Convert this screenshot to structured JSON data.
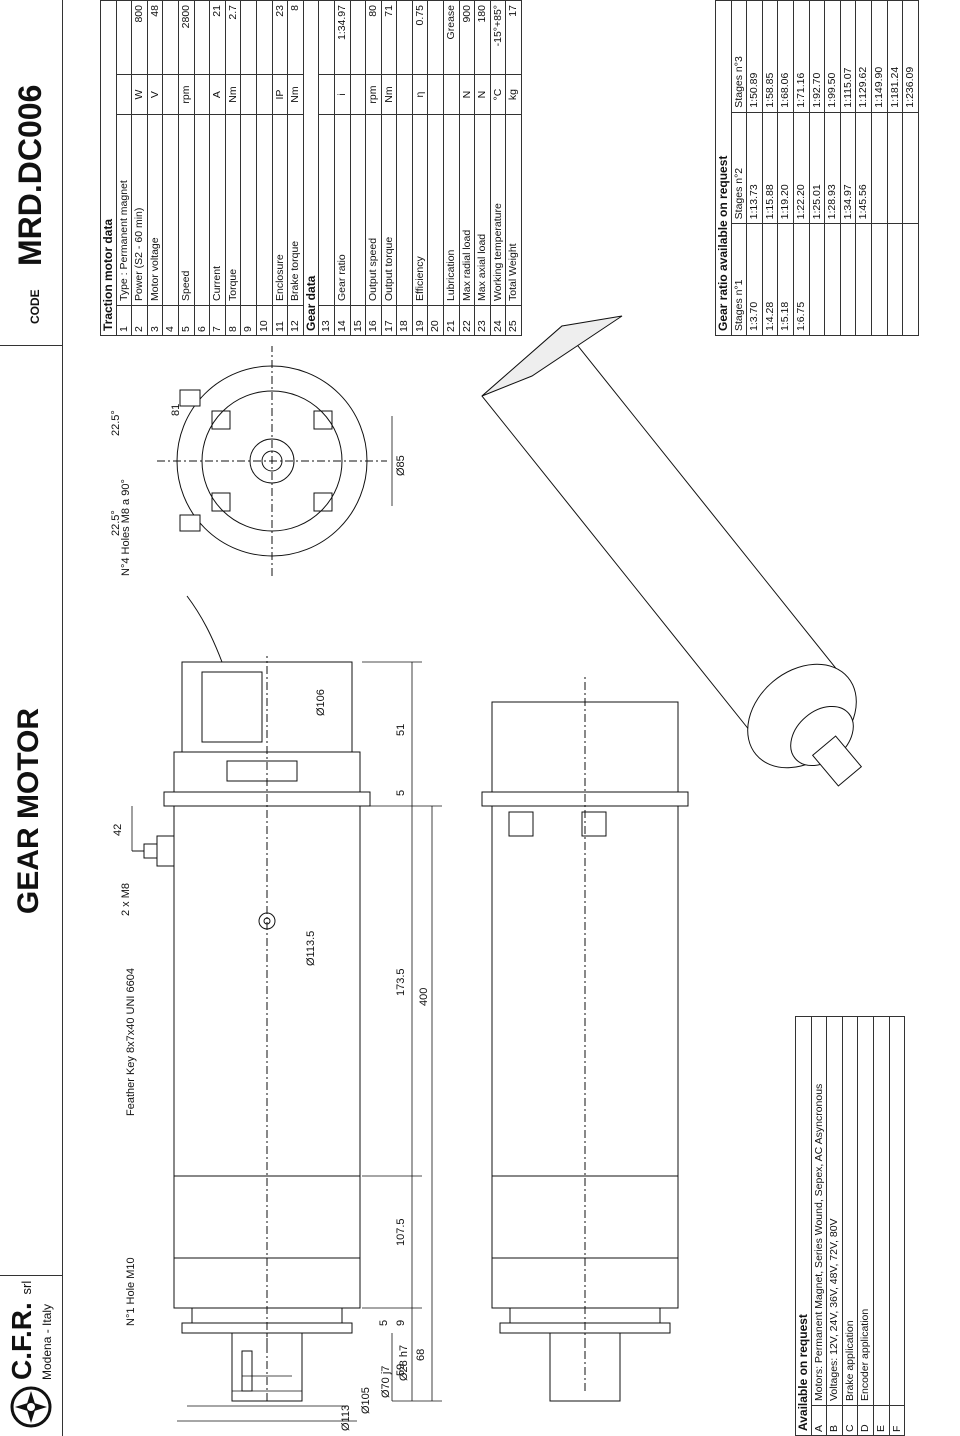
{
  "header": {
    "brand": "C.F.R.",
    "brand_suffix": "srl",
    "location": "Modena - Italy",
    "title": "GEAR MOTOR",
    "code_label": "CODE",
    "code_value": "MRD.DC006"
  },
  "callouts": {
    "hole_m10": "N°1 Hole M10",
    "feather_key": "Feather Key 8x7x40 UNI 6604",
    "m8": "2 x M8",
    "holes_m8": "N°4 Holes M8 a 90°"
  },
  "dimensions": {
    "d113": "Ø113",
    "d105": "Ø105",
    "d70": "Ø70 j7",
    "d28": "Ø28 h7",
    "d113_5": "Ø113.5",
    "d106": "Ø106",
    "d85": "Ø85",
    "r81": "81",
    "a1": "22.5°",
    "a2": "22.5°",
    "l59": "59",
    "l68": "68",
    "l9": "9",
    "l5a": "5",
    "l107": "107.5",
    "l400": "400",
    "l173": "173.5",
    "l5b": "5",
    "l51": "51",
    "l42": "42"
  },
  "motor_table": {
    "title": "Traction motor data",
    "rows": [
      {
        "n": "1",
        "label": "Type : Permanent magnet",
        "unit": "",
        "value": ""
      },
      {
        "n": "2",
        "label": "Power (S2 - 60 min)",
        "unit": "W",
        "value": "800"
      },
      {
        "n": "3",
        "label": "Motor voltage",
        "unit": "V",
        "value": "48"
      },
      {
        "n": "4",
        "label": "",
        "unit": "",
        "value": ""
      },
      {
        "n": "5",
        "label": "Speed",
        "unit": "rpm",
        "value": "2800"
      },
      {
        "n": "6",
        "label": "",
        "unit": "",
        "value": ""
      },
      {
        "n": "7",
        "label": "Current",
        "unit": "A",
        "value": "21"
      },
      {
        "n": "8",
        "label": "Torque",
        "unit": "Nm",
        "value": "2.7"
      },
      {
        "n": "9",
        "label": "",
        "unit": "",
        "value": ""
      },
      {
        "n": "10",
        "label": "",
        "unit": "",
        "value": ""
      },
      {
        "n": "11",
        "label": "Enclosure",
        "unit": "IP",
        "value": "23"
      },
      {
        "n": "12",
        "label": "Brake torque",
        "unit": "Nm",
        "value": "8"
      }
    ],
    "gear_title": "Gear data",
    "gear_rows": [
      {
        "n": "13",
        "label": "",
        "unit": "",
        "value": ""
      },
      {
        "n": "14",
        "label": "Gear ratio",
        "unit": "i",
        "value": "1:34.97"
      },
      {
        "n": "15",
        "label": "",
        "unit": "",
        "value": ""
      },
      {
        "n": "16",
        "label": "Output speed",
        "unit": "rpm",
        "value": "80"
      },
      {
        "n": "17",
        "label": "Output torque",
        "unit": "Nm",
        "value": "71"
      },
      {
        "n": "18",
        "label": "",
        "unit": "",
        "value": ""
      },
      {
        "n": "19",
        "label": "Efficiency",
        "unit": "η",
        "value": "0.75"
      },
      {
        "n": "20",
        "label": "",
        "unit": "",
        "value": ""
      },
      {
        "n": "21",
        "label": "Lubrication",
        "unit": "",
        "value": "Grease"
      },
      {
        "n": "22",
        "label": "Max radial load",
        "unit": "N",
        "value": "900"
      },
      {
        "n": "23",
        "label": "Max axial load",
        "unit": "N",
        "value": "180"
      },
      {
        "n": "24",
        "label": "Working temperature",
        "unit": "°C",
        "value": "-15°+85°"
      },
      {
        "n": "25",
        "label": "Total Weight",
        "unit": "kg",
        "value": "17"
      }
    ]
  },
  "ratio_table": {
    "title": "Gear ratio available on request",
    "headers": [
      "Stages n°1",
      "Stages n°2",
      "Stages n°3"
    ],
    "rows": [
      [
        "1:3.70",
        "1:13.73",
        "1:50.89"
      ],
      [
        "1:4.28",
        "1:15.88",
        "1:58.85"
      ],
      [
        "1:5.18",
        "1:19.20",
        "1:68.06"
      ],
      [
        "1:6.75",
        "1:22.20",
        "1:71.16"
      ],
      [
        "",
        "1:25.01",
        "1:92.70"
      ],
      [
        "",
        "1:28.93",
        "1:99.50"
      ],
      [
        "",
        "1:34.97",
        "1:115.07"
      ],
      [
        "",
        "1:45.56",
        "1:129.62"
      ],
      [
        "",
        "",
        "1:149.90"
      ],
      [
        "",
        "",
        "1:181.24"
      ],
      [
        "",
        "",
        "1:236.09"
      ]
    ]
  },
  "request_table": {
    "title": "Available on request",
    "rows": [
      {
        "k": "A",
        "text": "Motors: Permanent Magnet, Series Wound, Sepex, AC Asyncronous"
      },
      {
        "k": "B",
        "text": "Voltages: 12V, 24V, 36V, 48V, 72V, 80V"
      },
      {
        "k": "C",
        "text": "Brake application"
      },
      {
        "k": "D",
        "text": "Encoder application"
      },
      {
        "k": "E",
        "text": ""
      },
      {
        "k": "F",
        "text": ""
      }
    ]
  }
}
